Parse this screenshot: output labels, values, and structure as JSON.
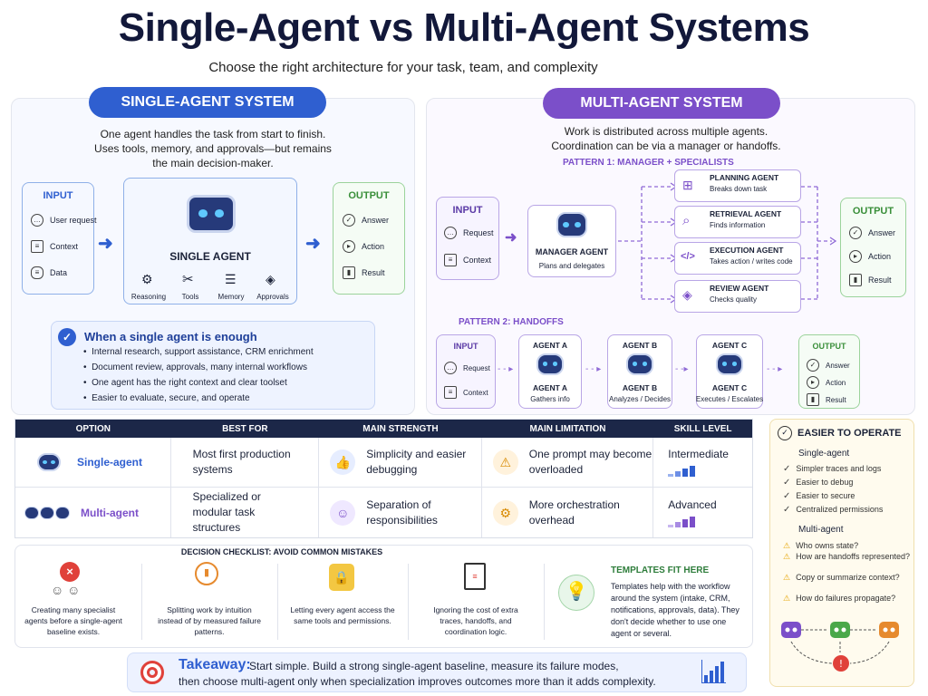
{
  "title": "Single-Agent vs Multi-Agent Systems",
  "subtitle": "Choose the right architecture for your task, team, and complexity",
  "single": {
    "pill": "SINGLE-AGENT SYSTEM",
    "desc1": "One agent handles the task from start to finish.",
    "desc2": "Uses tools, memory, and approvals—but remains",
    "desc3": "the main decision-maker.",
    "input_title": "INPUT",
    "inputs": [
      "User request",
      "Context",
      "Data"
    ],
    "agent_label": "SINGLE AGENT",
    "capabilities": [
      "Reasoning",
      "Tools",
      "Memory",
      "Approvals"
    ],
    "output_title": "OUTPUT",
    "outputs": [
      "Answer",
      "Action",
      "Result"
    ],
    "when_title": "When a single agent is enough",
    "when_items": [
      "Internal research, support assistance, CRM enrichment",
      "Document review, approvals, many internal workflows",
      "One agent has the right context and clear toolset",
      "Easier to evaluate, secure, and operate"
    ]
  },
  "multi": {
    "pill": "MULTI-AGENT SYSTEM",
    "desc1": "Work is distributed across multiple agents.",
    "desc2": "Coordination can be via a manager or handoffs.",
    "pattern1": "PATTERN 1: MANAGER + SPECIALISTS",
    "input_title": "INPUT",
    "inputs": [
      "Request",
      "Context"
    ],
    "manager_name": "MANAGER AGENT",
    "manager_desc": "Plans and delegates",
    "specialists": [
      {
        "name": "PLANNING AGENT",
        "desc": "Breaks down task"
      },
      {
        "name": "RETRIEVAL AGENT",
        "desc": "Finds information"
      },
      {
        "name": "EXECUTION AGENT",
        "desc": "Takes action / writes code"
      },
      {
        "name": "REVIEW AGENT",
        "desc": "Checks quality"
      }
    ],
    "output_title": "OUTPUT",
    "outputs": [
      "Answer",
      "Action",
      "Result"
    ],
    "pattern2": "PATTERN 2: HANDOFFS",
    "h_input_title": "INPUT",
    "h_inputs": [
      "Request",
      "Context"
    ],
    "h_agents": [
      {
        "top": "AGENT A",
        "name": "AGENT A",
        "desc": "Gathers info"
      },
      {
        "top": "AGENT B",
        "name": "AGENT B",
        "desc": "Analyzes / Decides"
      },
      {
        "top": "AGENT C",
        "name": "AGENT C",
        "desc": "Executes / Escalates"
      }
    ],
    "h_output_title": "OUTPUT",
    "h_outputs": [
      "Answer",
      "Action",
      "Result"
    ]
  },
  "table": {
    "headers": [
      "OPTION",
      "BEST FOR",
      "MAIN STRENGTH",
      "MAIN LIMITATION",
      "SKILL LEVEL"
    ],
    "rows": [
      {
        "option": "Single-agent",
        "best": "Most first production systems",
        "strength": "Simplicity and easier debugging",
        "limitation": "One prompt may become overloaded",
        "skill": "Intermediate"
      },
      {
        "option": "Multi-agent",
        "best": "Specialized or modular task structures",
        "strength": "Separation of responsibilities",
        "limitation": "More orchestration overhead",
        "skill": "Advanced"
      }
    ]
  },
  "ease": {
    "title": "EASIER TO OPERATE",
    "single_title": "Single-agent",
    "single_items": [
      "Simpler traces and logs",
      "Easier to debug",
      "Easier to secure",
      "Centralized permissions"
    ],
    "multi_title": "Multi-agent",
    "multi_items": [
      "Who owns state?",
      "How are handoffs represented?",
      "Copy or summarize context?",
      "How do failures propagate?"
    ]
  },
  "checklist": {
    "title": "DECISION CHECKLIST: AVOID COMMON MISTAKES",
    "items": [
      "Creating many specialist agents before a single-agent baseline exists.",
      "Splitting work by intuition instead of by measured failure patterns.",
      "Letting every agent access the same tools and permissions.",
      "Ignoring the cost of extra traces, handoffs, and coordination logic."
    ],
    "templates_title": "TEMPLATES FIT HERE",
    "templates_text": "Templates help with the workflow around the system (intake, CRM, notifications, approvals, data). They don't decide whether to use one agent or several."
  },
  "takeaway": {
    "label": "Takeaway:",
    "line1": "Start simple. Build a strong single-agent baseline, measure its failure modes,",
    "line2": "then choose multi-agent only when specialization improves outcomes more than it adds complexity."
  },
  "colors": {
    "blue": "#2f5fd0",
    "purple": "#7b4fc9",
    "green": "#4aa84a",
    "navy": "#1c2748",
    "amber": "#e6a400"
  }
}
